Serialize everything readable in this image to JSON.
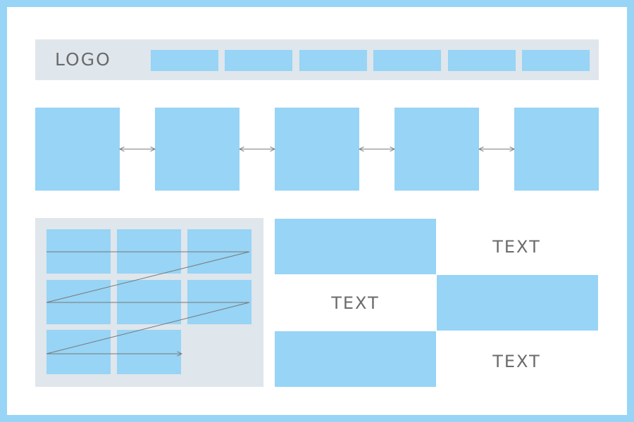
{
  "header": {
    "logo": "LOGO"
  },
  "texts": [
    "TEXT",
    "TEXT",
    "TEXT"
  ],
  "colors": {
    "frame": "#97d4f5",
    "block": "#97d4f5",
    "panel": "#dfe6ec",
    "line": "#777777",
    "text": "#6b6b6b"
  }
}
